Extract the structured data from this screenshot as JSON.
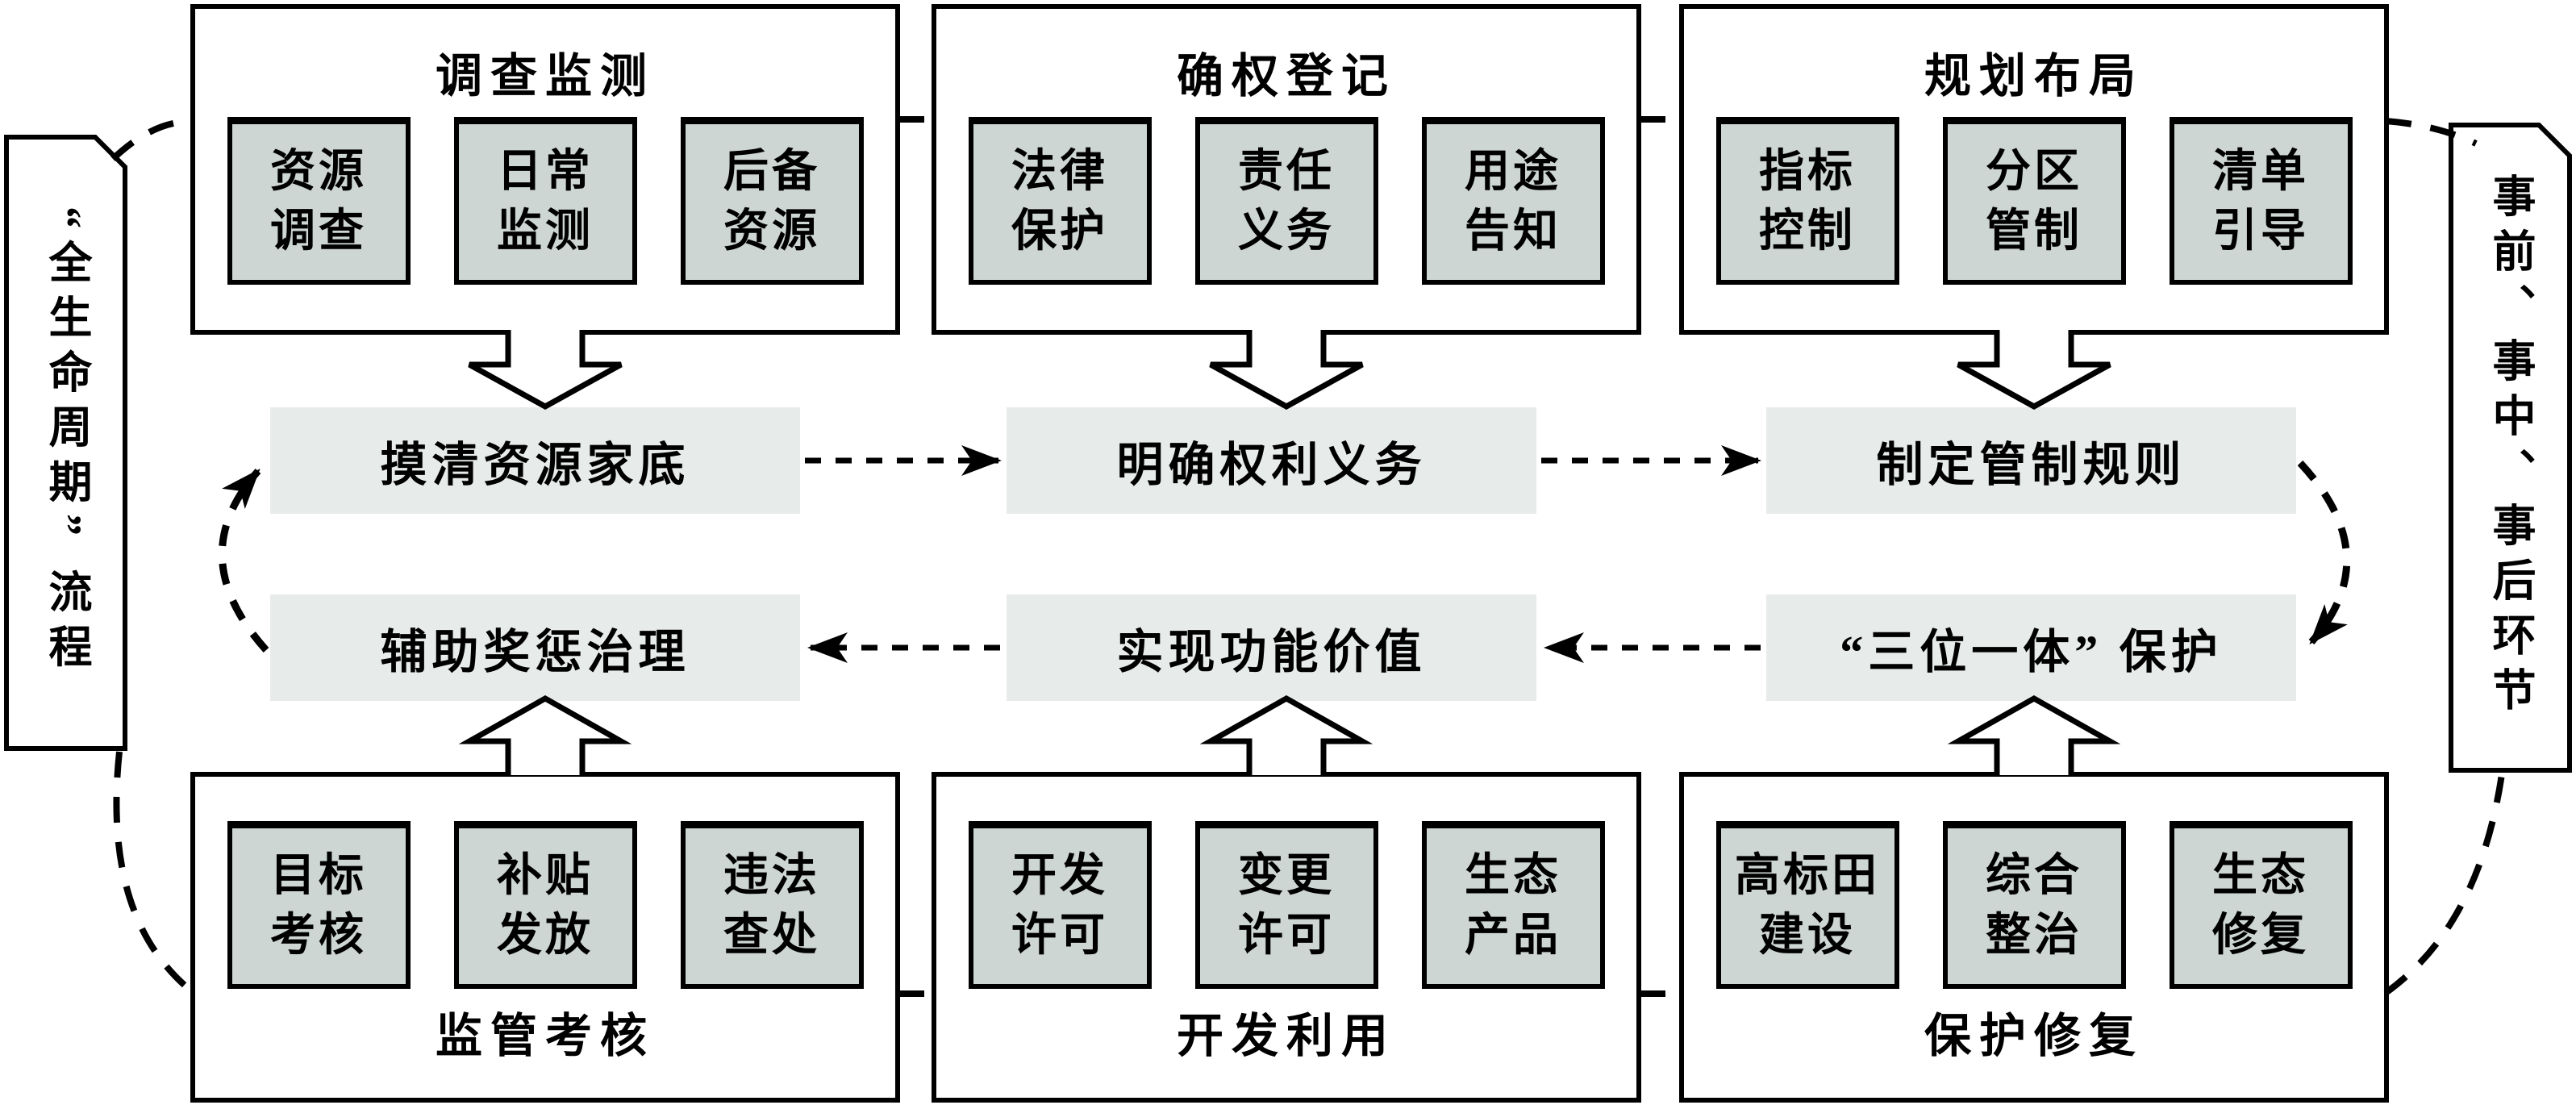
{
  "diagram": {
    "left_rail": {
      "label": "“全生命周期” 流程"
    },
    "right_rail": {
      "label": "事前、事中、事后环节"
    },
    "top_groups": [
      {
        "title": "调查监测",
        "items": [
          "资源\n调查",
          "日常\n监测",
          "后备\n资源"
        ]
      },
      {
        "title": "确权登记",
        "items": [
          "法律\n保护",
          "责任\n义务",
          "用途\n告知"
        ]
      },
      {
        "title": "规划布局",
        "items": [
          "指标\n控制",
          "分区\n管制",
          "清单\n引导"
        ]
      }
    ],
    "process_row_top": [
      "摸清资源家底",
      "明确权利义务",
      "制定管制规则"
    ],
    "process_row_bottom": [
      "辅助奖惩治理",
      "实现功能价值",
      "“三位一体” 保护"
    ],
    "bottom_groups": [
      {
        "title": "监管考核",
        "items": [
          "目标\n考核",
          "补贴\n发放",
          "违法\n查处"
        ]
      },
      {
        "title": "开发利用",
        "items": [
          "开发\n许可",
          "变更\n许可",
          "生态\n产品"
        ]
      },
      {
        "title": "保护修复",
        "items": [
          "高标田\n建设",
          "综合\n整治",
          "生态\n修复"
        ]
      }
    ],
    "colors": {
      "item_fill": "#cdd6d3",
      "band_fill": "#e7ebe9",
      "box_fill": "#ffffff",
      "line": "#000000"
    }
  }
}
